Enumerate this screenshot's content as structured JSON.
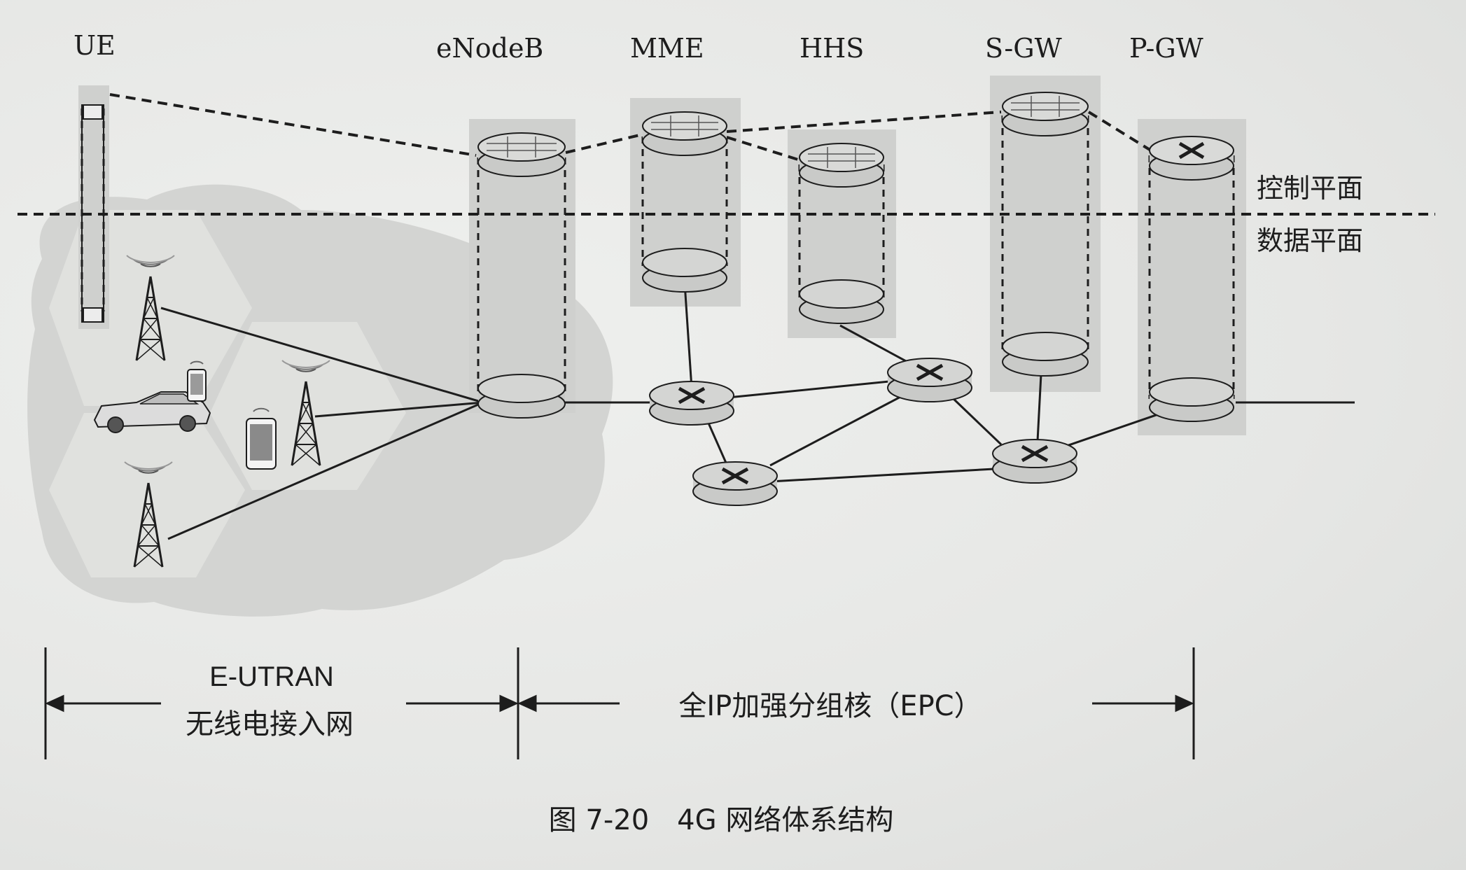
{
  "nodes": {
    "ue": "UE",
    "enodeb": "eNodeB",
    "mme": "MME",
    "hhs": "HHS",
    "sgw": "S-GW",
    "pgw": "P-GW"
  },
  "planes": {
    "control": "控制平面",
    "data": "数据平面"
  },
  "spans": {
    "eutran_en": "E-UTRAN",
    "eutran_zh": "无线电接入网",
    "epc": "全IP加强分组核（EPC）"
  },
  "caption": "图 7-20　4G 网络体系结构",
  "colors": {
    "ink": "#1d1d1d",
    "node_fill": "#c9cac8",
    "box_fill": "#cfd0ce",
    "cloud_fill": "#d3d4d2",
    "cell_fill": "#e2e3e1"
  }
}
